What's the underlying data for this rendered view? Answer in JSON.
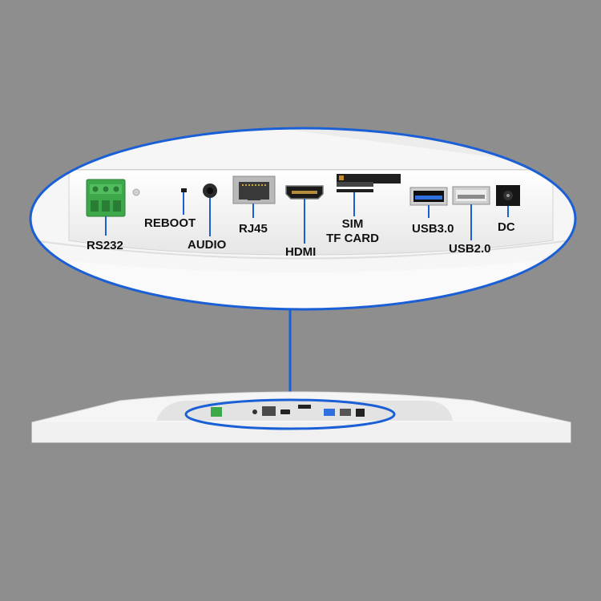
{
  "labels": {
    "rs232": "RS232",
    "reboot": "REBOOT",
    "audio": "AUDIO",
    "rj45": "RJ45",
    "hdmi": "HDMI",
    "sim": "SIM",
    "tf_card": "TF CARD",
    "usb30": "USB3.0",
    "usb20": "USB2.0",
    "dc": "DC"
  },
  "colors": {
    "background": "#8e8e8e",
    "device_body": "#f4f4f4",
    "highlight_outline": "#1a5fd6",
    "connector_line": "#1a5fd6",
    "terminal_block": "#3da84a",
    "usb3_tongue": "#2f6fe0"
  },
  "icons": {
    "terminal_block": "green-terminal-block-icon",
    "audio": "audio-jack-icon",
    "rj45": "ethernet-port-icon",
    "hdmi": "hdmi-port-icon",
    "sim": "sim-tf-card-slot-icon",
    "usb30": "usb3-port-icon",
    "usb20": "usb2-port-icon",
    "dc": "dc-power-jack-icon"
  }
}
